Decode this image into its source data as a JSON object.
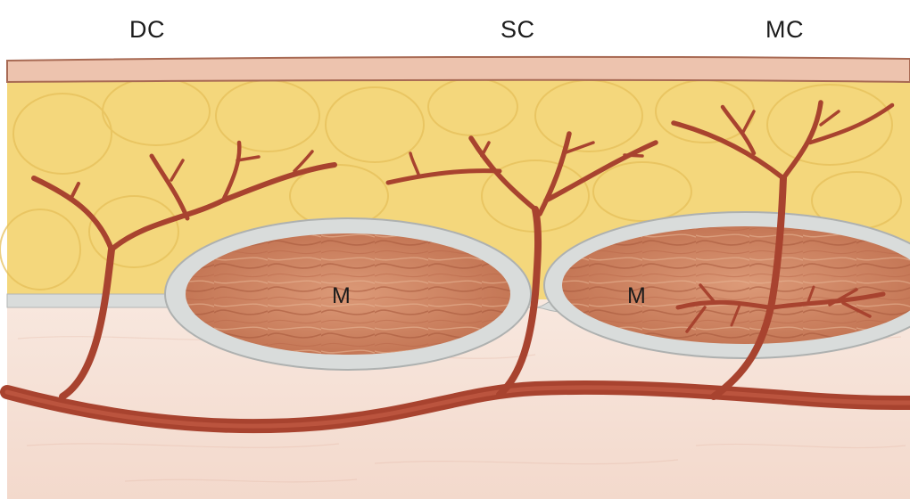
{
  "labels": {
    "dc": "DC",
    "sc": "SC",
    "mc": "MC",
    "muscle_1": "M",
    "muscle_2": "M"
  },
  "colors": {
    "skin": "#edc3ae",
    "fat": "#f4d77c",
    "fascia": "#d9dcdb",
    "deep_tissue": "#f6e2d8",
    "muscle": "#c9805f",
    "vessel": "#a8432f"
  }
}
